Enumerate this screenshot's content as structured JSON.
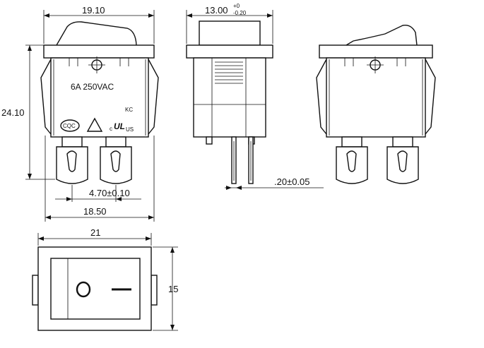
{
  "dimensions": {
    "top_width": "19.10",
    "side_width": "13.00",
    "side_tol_upper": "+0",
    "side_tol_lower": "-0.20",
    "height": "24.10",
    "terminal_pitch": "4.70±0.10",
    "body_width": "18.50",
    "pin_thickness": ".20±0.05",
    "cutout_width": "21",
    "cutout_height": "15"
  },
  "markings": {
    "rating": "6A 250VAC",
    "cqc_logo": "CQC",
    "kc_logo": "KC",
    "ul_prefix": "c",
    "ul_logo": "UL",
    "ul_suffix": "US",
    "on_symbol": "I",
    "off_symbol": "O"
  },
  "colors": {
    "line": "#111111",
    "background": "#ffffff"
  }
}
